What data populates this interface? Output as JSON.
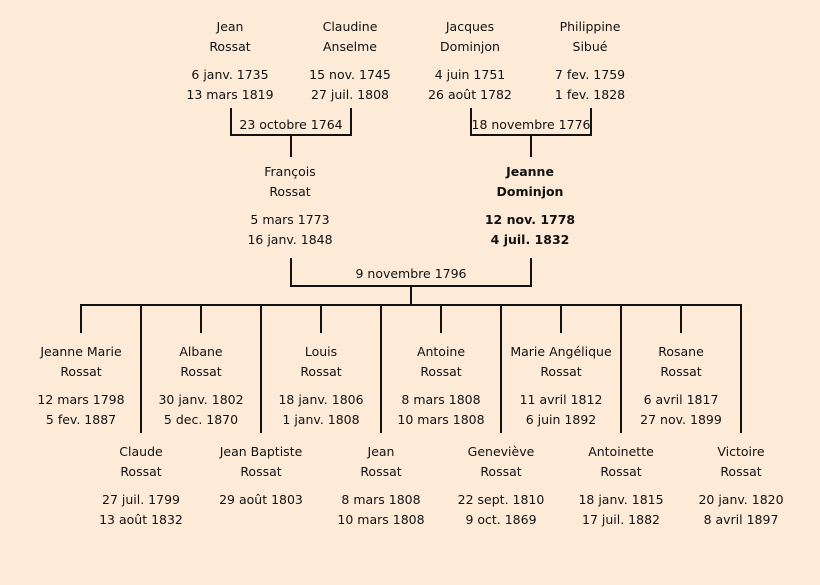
{
  "grandparents": [
    {
      "first": "Jean",
      "last": "Rossat",
      "birth": "6 janv. 1735",
      "death": "13 mars 1819"
    },
    {
      "first": "Claudine",
      "last": "Anselme",
      "birth": "15 nov. 1745",
      "death": "27 juil. 1808"
    },
    {
      "first": "Jacques",
      "last": "Dominjon",
      "birth": "4 juin 1751",
      "death": "26 août 1782"
    },
    {
      "first": "Philippine",
      "last": "Sibué",
      "birth": "7 fev. 1759",
      "death": "1 fev. 1828"
    }
  ],
  "marriages": {
    "paternal": "23 octobre 1764",
    "maternal": "18 novembre 1776",
    "parents": "9 novembre 1796"
  },
  "parents": [
    {
      "first": "François",
      "last": "Rossat",
      "birth": "5 mars 1773",
      "death": "16 janv. 1848",
      "bold": false
    },
    {
      "first": "Jeanne",
      "last": "Dominjon",
      "birth": "12 nov. 1778",
      "death": "4 juil. 1832",
      "bold": true
    }
  ],
  "children": [
    {
      "first": "Jeanne Marie",
      "last": "Rossat",
      "birth": "12 mars 1798",
      "death": "5 fev. 1887"
    },
    {
      "first": "Claude",
      "last": "Rossat",
      "birth": "27 juil. 1799",
      "death": "13 août 1832"
    },
    {
      "first": "Albane",
      "last": "Rossat",
      "birth": "30 janv. 1802",
      "death": "5 dec. 1870"
    },
    {
      "first": "Jean Baptiste",
      "last": "Rossat",
      "birth": "29 août 1803",
      "death": ""
    },
    {
      "first": "Louis",
      "last": "Rossat",
      "birth": "18 janv. 1806",
      "death": "1 janv. 1808"
    },
    {
      "first": "Jean",
      "last": "Rossat",
      "birth": "8 mars 1808",
      "death": "10 mars 1808"
    },
    {
      "first": "Antoine",
      "last": "Rossat",
      "birth": "8 mars 1808",
      "death": "10 mars 1808"
    },
    {
      "first": "Geneviève",
      "last": "Rossat",
      "birth": "22 sept. 1810",
      "death": "9 oct. 1869"
    },
    {
      "first": "Marie Angélique",
      "last": "Rossat",
      "birth": "11 avril 1812",
      "death": "6 juin 1892"
    },
    {
      "first": "Antoinette",
      "last": "Rossat",
      "birth": "18 janv. 1815",
      "death": "17 juil. 1882"
    },
    {
      "first": "Rosane",
      "last": "Rossat",
      "birth": "6 avril 1817",
      "death": "27 nov. 1899"
    },
    {
      "first": "Victoire",
      "last": "Rossat",
      "birth": "20 janv. 1820",
      "death": "8 avril 1897"
    }
  ]
}
